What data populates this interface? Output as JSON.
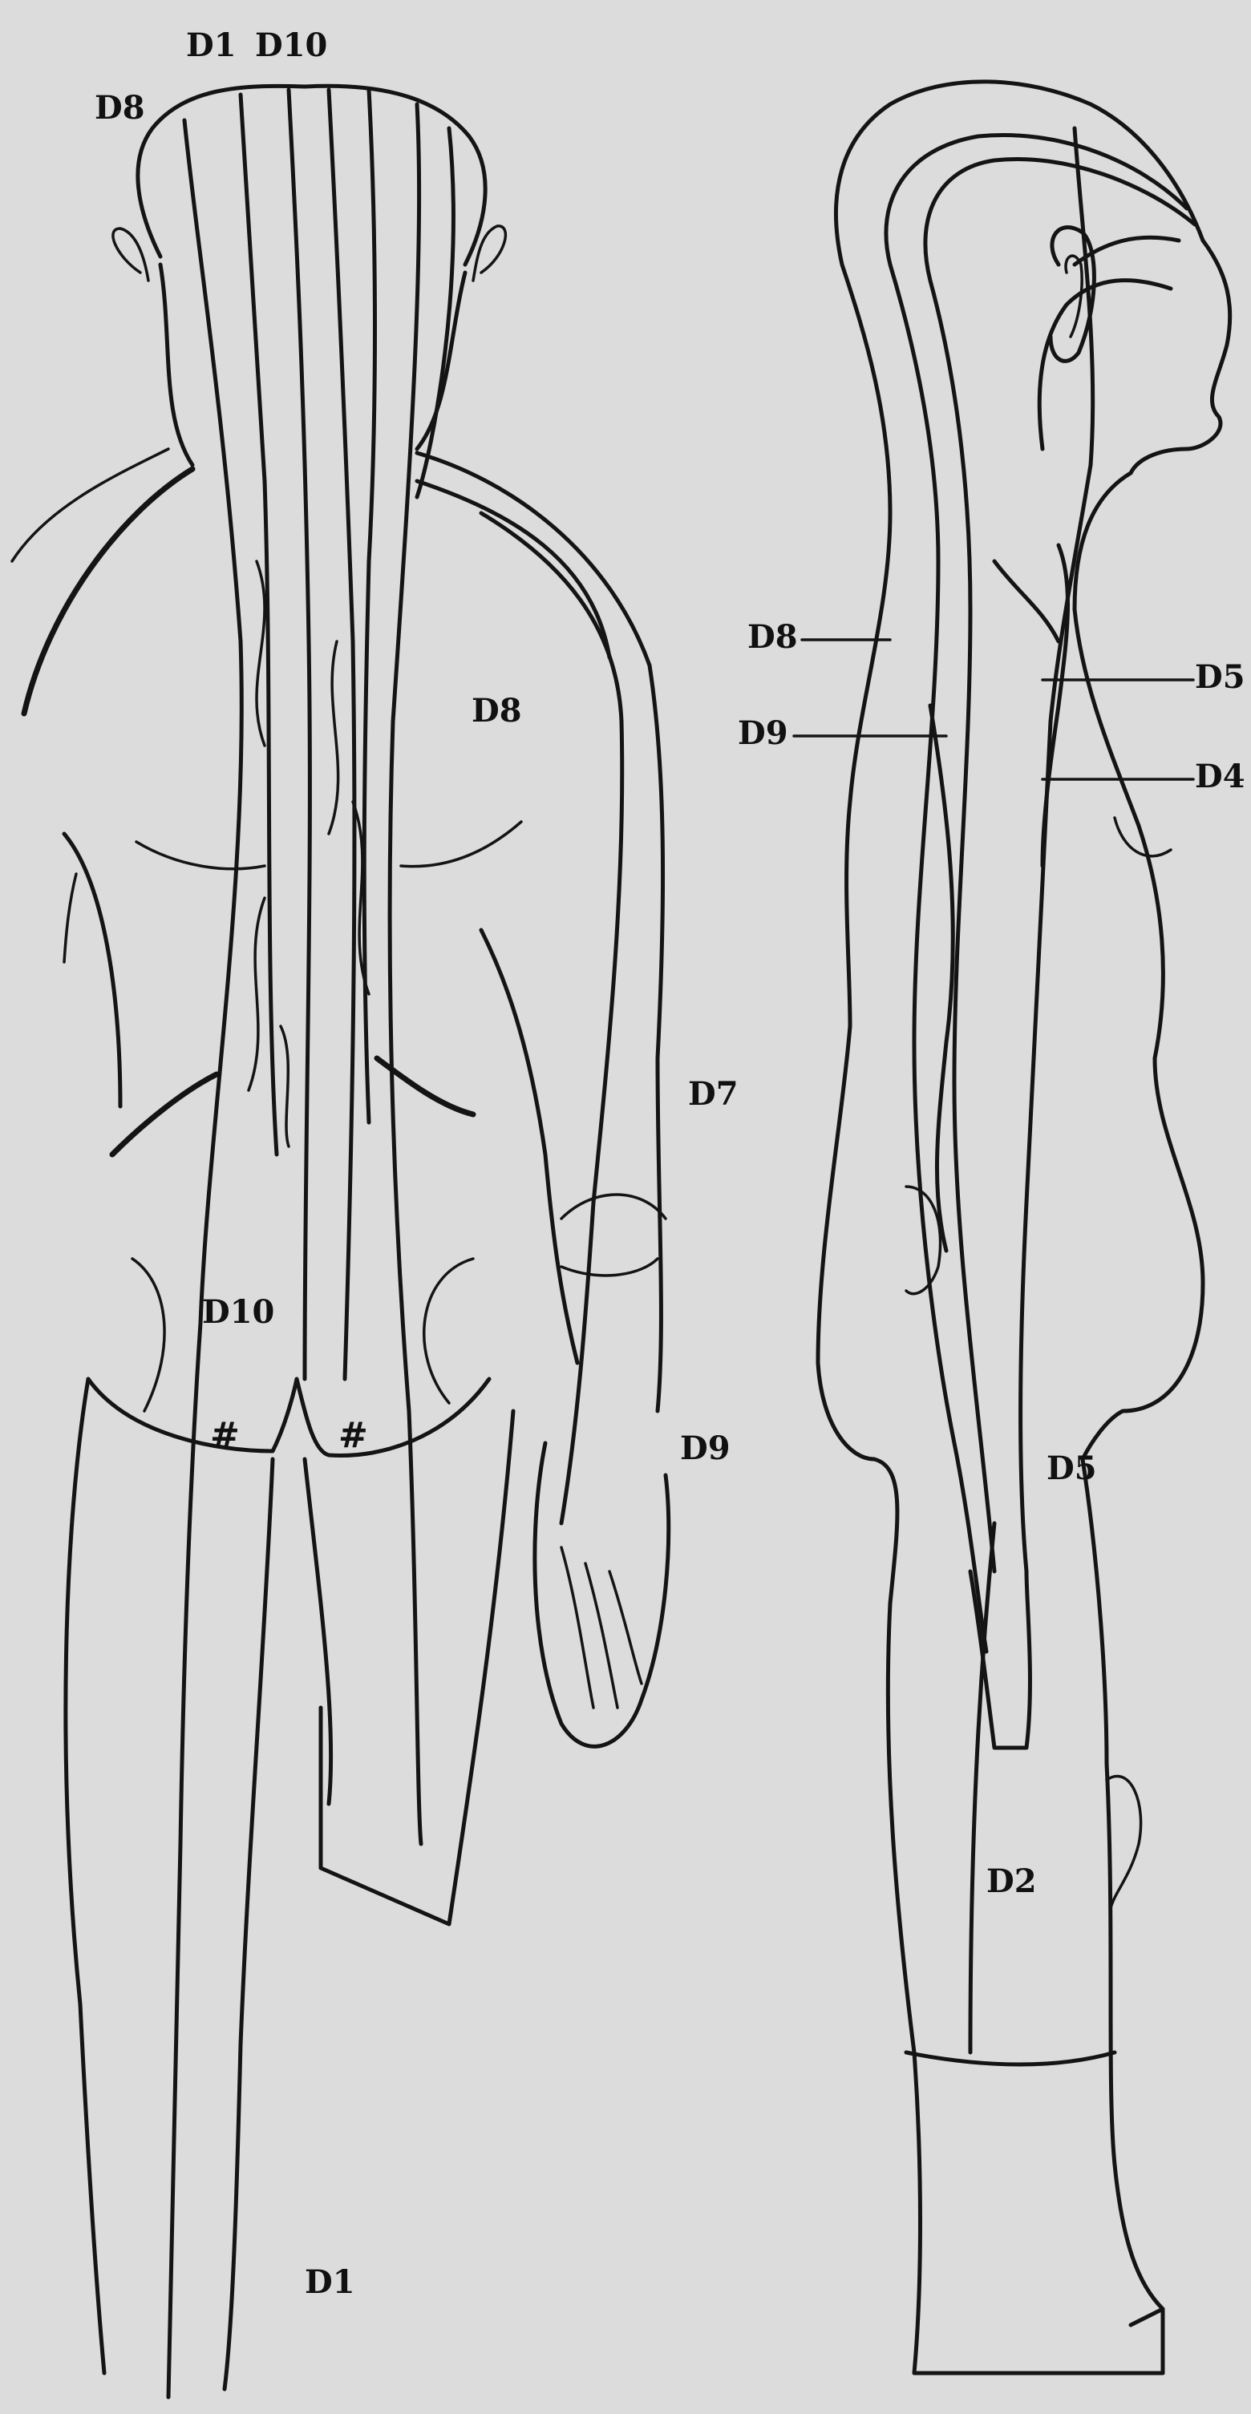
{
  "diagram": {
    "back_view_labels": {
      "top_d1": "D1",
      "top_d10": "D10",
      "head_d8": "D8",
      "shoulder_d8": "D8",
      "arm_d7": "D7",
      "buttock_d10": "D10",
      "hand_d9": "D9",
      "feet_d1": "D1"
    },
    "side_view_labels": {
      "left_d8": "D8",
      "left_d9": "D9",
      "right_d5": "D5",
      "right_d4": "D4",
      "thigh_d5": "D5",
      "knee_d2": "D2"
    },
    "buttock_marks": [
      "#",
      "#"
    ],
    "colors": {
      "background": "#dcdcdc",
      "ink": "#141414"
    }
  }
}
